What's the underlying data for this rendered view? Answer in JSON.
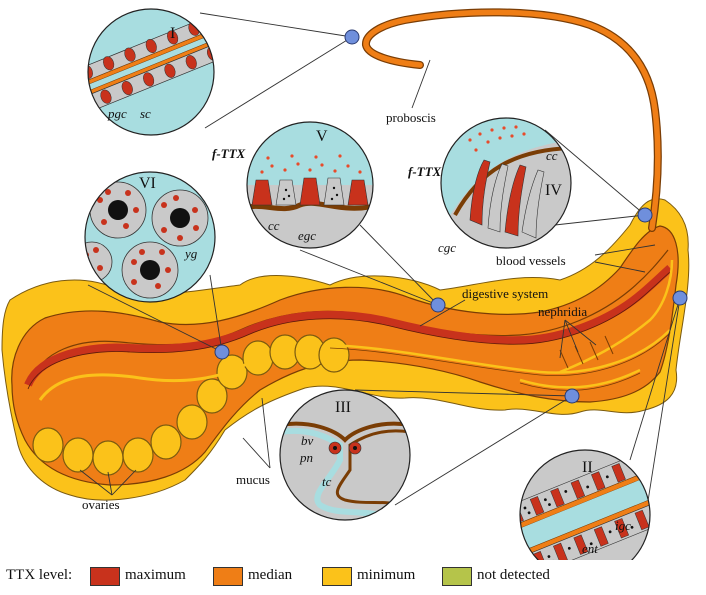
{
  "labels": {
    "proboscis": "proboscis",
    "blood_vessels": "blood vessels",
    "digestive_system": "digestive system",
    "nephridia": "nephridia",
    "mucus": "mucus",
    "ovaries": "ovaries"
  },
  "insets": {
    "I": {
      "numeral": "I",
      "labels": [
        "pgc",
        "sc"
      ]
    },
    "II": {
      "numeral": "II",
      "labels": [
        "igc",
        "ent"
      ]
    },
    "III": {
      "numeral": "III",
      "labels": [
        "bv",
        "pn",
        "tc"
      ]
    },
    "IV": {
      "numeral": "IV",
      "labels": [
        "f-TTX",
        "cc",
        "cgc"
      ]
    },
    "V": {
      "numeral": "V",
      "labels": [
        "f-TTX",
        "cc",
        "egc"
      ]
    },
    "VI": {
      "numeral": "VI",
      "labels": [
        "yg"
      ]
    }
  },
  "legend": {
    "title": "TTX level:",
    "items": [
      {
        "label": "maximum",
        "color": "#c8321c"
      },
      {
        "label": "median",
        "color": "#ef7e16"
      },
      {
        "label": "minimum",
        "color": "#fbc21a"
      },
      {
        "label": "not detected",
        "color": "#b5c44a"
      }
    ]
  },
  "colors": {
    "maximum": "#c8321c",
    "median": "#ef7e16",
    "minimum": "#fbc21a",
    "tissue_cyan": "#a8dde0",
    "grey": "#c9c9c9",
    "marker": "#6f8fdc"
  }
}
